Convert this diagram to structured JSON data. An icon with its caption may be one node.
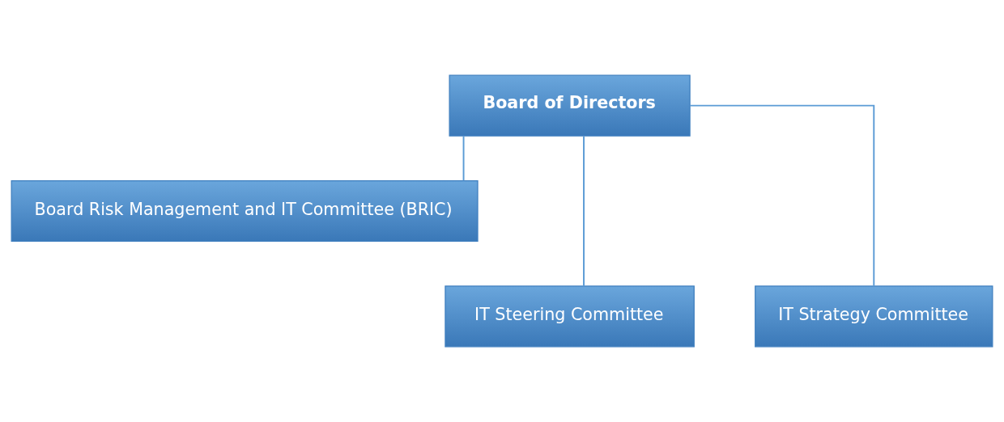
{
  "diagram": {
    "nodes": [
      {
        "text": [
          "Board of Directors"
        ]
      },
      {
        "text": [
          "Board Risk Management and IT Committee (BRIC)"
        ]
      },
      {
        "text": [
          "IT Steering Committee"
        ]
      },
      {
        "text": [
          "IT Strategy Committee"
        ]
      }
    ],
    "edges": [
      {
        "from": 0,
        "to": 1,
        "arrow": "none"
      },
      {
        "from": 0,
        "to": 2,
        "arrow": "none"
      },
      {
        "from": 0,
        "to": 3,
        "arrow": "none"
      }
    ]
  }
}
